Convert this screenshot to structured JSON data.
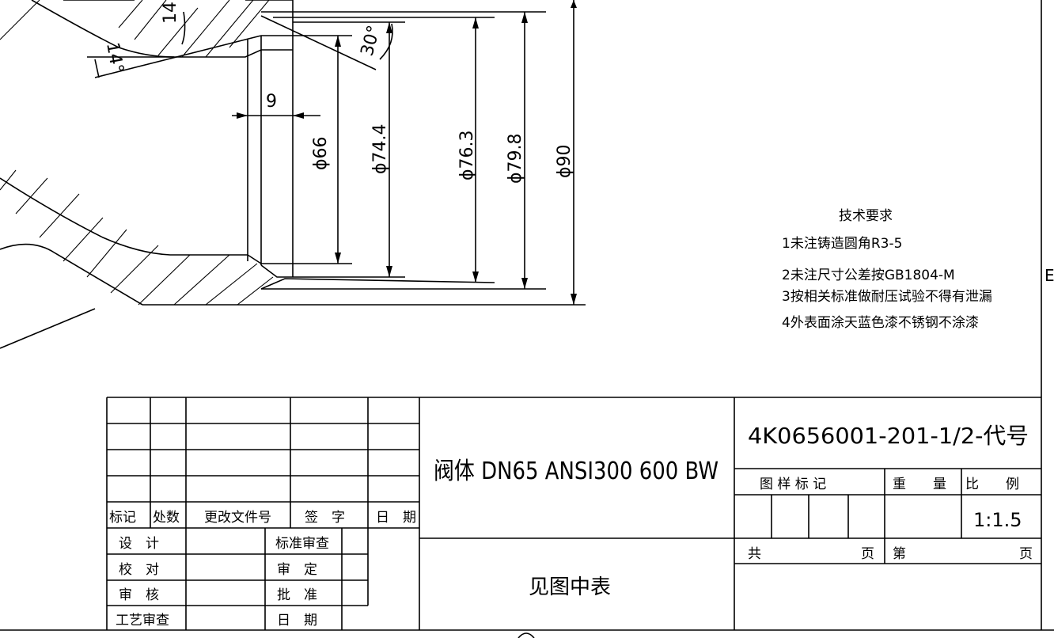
{
  "dimensions": {
    "d66": "ϕ66",
    "d74_4": "ϕ74.4",
    "d76_3": "ϕ76.3",
    "d79_8": "ϕ79.8",
    "d90": "ϕ90",
    "width9": "9",
    "angle14_top": "14°",
    "angle14": "14°",
    "angle30": "30°"
  },
  "tech_requirements": {
    "title": "技术要求",
    "items": [
      "1未注铸造圆角R3-5",
      "2未注尺寸公差按GB1804-M",
      "3按相关标准做耐压试验不得有泄漏",
      "4外表面涂天蓝色漆不锈钢不涂漆"
    ]
  },
  "border_mark": "E",
  "title_block": {
    "revision_headers": [
      "标记",
      "处数",
      "更改文件号",
      "签　字",
      "日　期"
    ],
    "signoff_left": [
      "设　计",
      "校　对",
      "审　核",
      "工艺审查"
    ],
    "signoff_right": [
      "标准审查",
      "审　定",
      "批　准",
      "日　期"
    ],
    "part_name": "阀体 DN65 ANSI300 600 BW",
    "material": "见图中表",
    "drawing_number": "4K0656001-201-1/2-代号",
    "sample_mark_label": "图 样 标 记",
    "weight_label": "重　　量",
    "scale_label": "比　　例",
    "scale_value": "1:1.5",
    "total_pages_label": "共",
    "page_label": "页",
    "sheet_label": "第",
    "sheet_page_label": "页"
  }
}
